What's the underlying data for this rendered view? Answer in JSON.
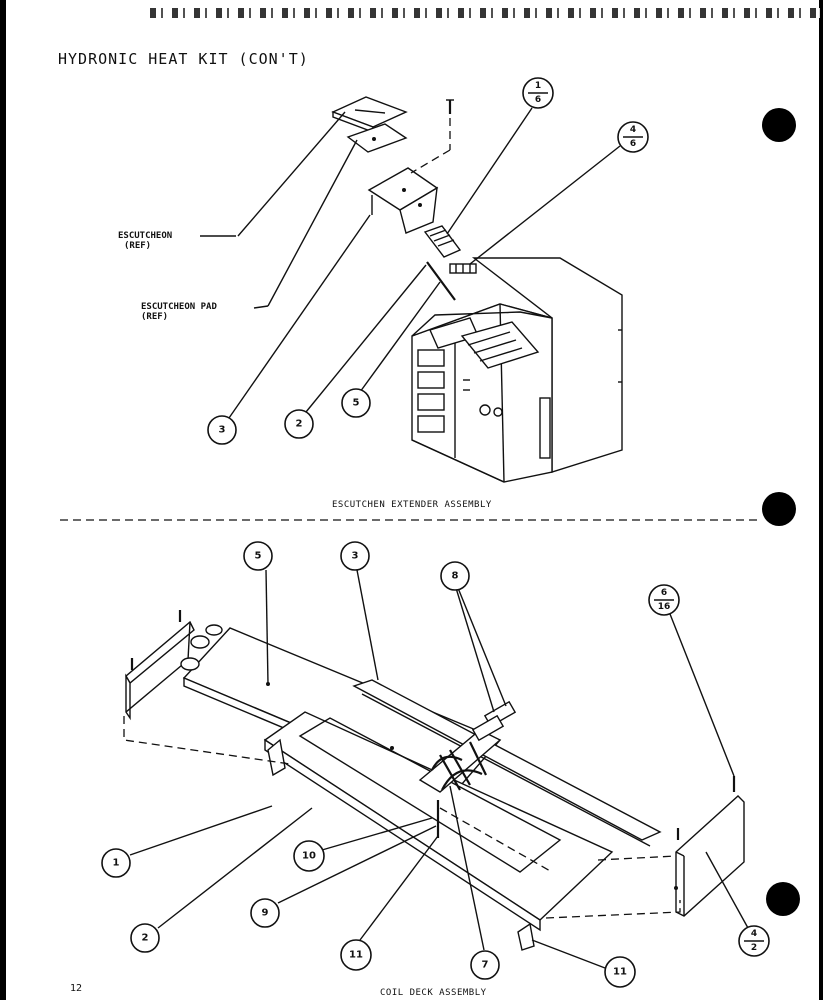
{
  "page": {
    "title": "HYDRONIC HEAT KIT (CON'T)",
    "page_number": "12"
  },
  "top_assembly": {
    "caption": "ESCUTCHEN EXTENDER ASSEMBLY",
    "labels": {
      "escutcheon": "ESCUTCHEON",
      "escutcheon_ref": "(REF)",
      "escutcheon_pad": "ESCUTCHEON PAD",
      "escutcheon_pad_ref": "(REF)"
    },
    "callouts": {
      "c3": "3",
      "c2": "2",
      "c5": "5",
      "f1_num": "1",
      "f1_den": "6",
      "f4_num": "4",
      "f4_den": "6"
    }
  },
  "bottom_assembly": {
    "caption": "COIL DECK ASSEMBLY",
    "callouts": {
      "c5": "5",
      "c3": "3",
      "c8": "8",
      "c1": "1",
      "c10": "10",
      "c2": "2",
      "c9": "9",
      "c11a": "11",
      "c7": "7",
      "c11b": "11",
      "f6_num": "6",
      "f6_den": "16",
      "f4_num": "4",
      "f4_den": "2"
    }
  }
}
